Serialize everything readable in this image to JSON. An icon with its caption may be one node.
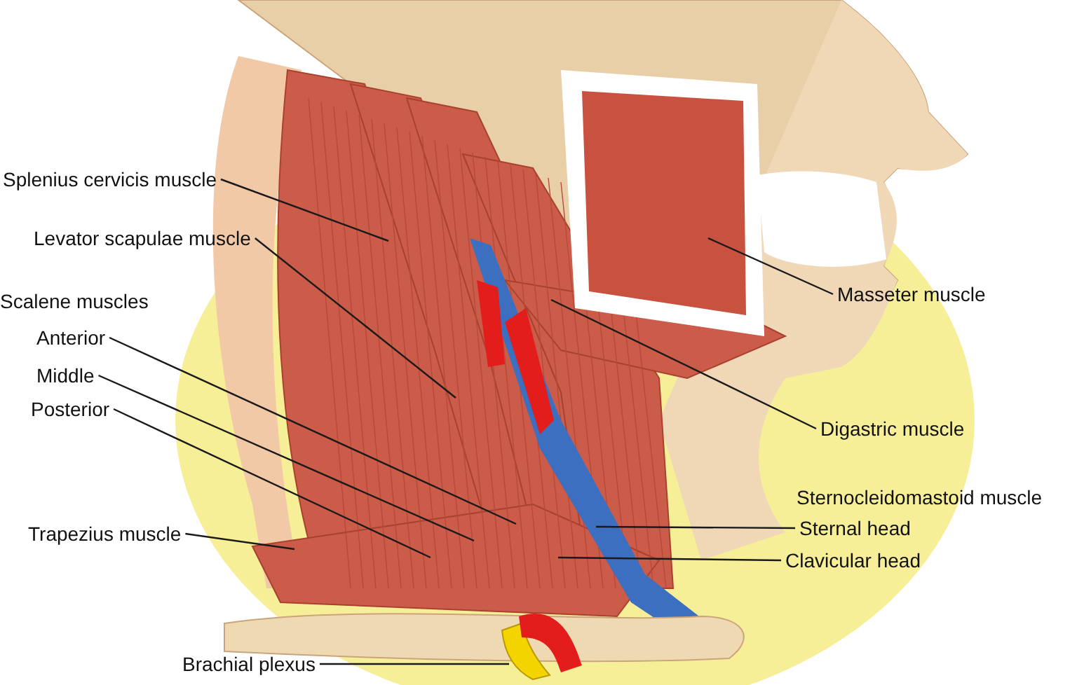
{
  "diagram": {
    "nodes": [
      {
        "text": [
          "Splenius cervicis muscle"
        ]
      },
      {
        "text": [
          "Levator scapulae muscle"
        ]
      },
      {
        "text": [
          "Anterior"
        ]
      },
      {
        "text": [
          "Middle"
        ]
      },
      {
        "text": [
          "Posterior"
        ]
      },
      {
        "text": [
          "Trapezius muscle"
        ]
      },
      {
        "text": [
          "Brachial plexus"
        ]
      },
      {
        "text": [
          "Masseter muscle"
        ]
      },
      {
        "text": [
          "Digastric muscle"
        ]
      },
      {
        "text": [
          "Sternal head"
        ]
      },
      {
        "text": [
          "Clavicular head"
        ]
      }
    ],
    "edges": [
      {
        "from": 0,
        "to": null,
        "arrow": "none"
      },
      {
        "from": 1,
        "to": null,
        "arrow": "none"
      },
      {
        "from": 2,
        "to": null,
        "arrow": "none"
      },
      {
        "from": 3,
        "to": null,
        "arrow": "none"
      },
      {
        "from": 4,
        "to": null,
        "arrow": "none"
      },
      {
        "from": 5,
        "to": null,
        "arrow": "none"
      },
      {
        "from": 6,
        "to": null,
        "arrow": "none"
      },
      {
        "from": 7,
        "to": null,
        "arrow": "none"
      },
      {
        "from": 8,
        "to": null,
        "arrow": "none"
      },
      {
        "from": 9,
        "to": null,
        "arrow": "none"
      },
      {
        "from": 10,
        "to": null,
        "arrow": "none"
      }
    ],
    "labels": [
      "Scalene muscles",
      "Sternocleidomastoid muscle"
    ]
  }
}
